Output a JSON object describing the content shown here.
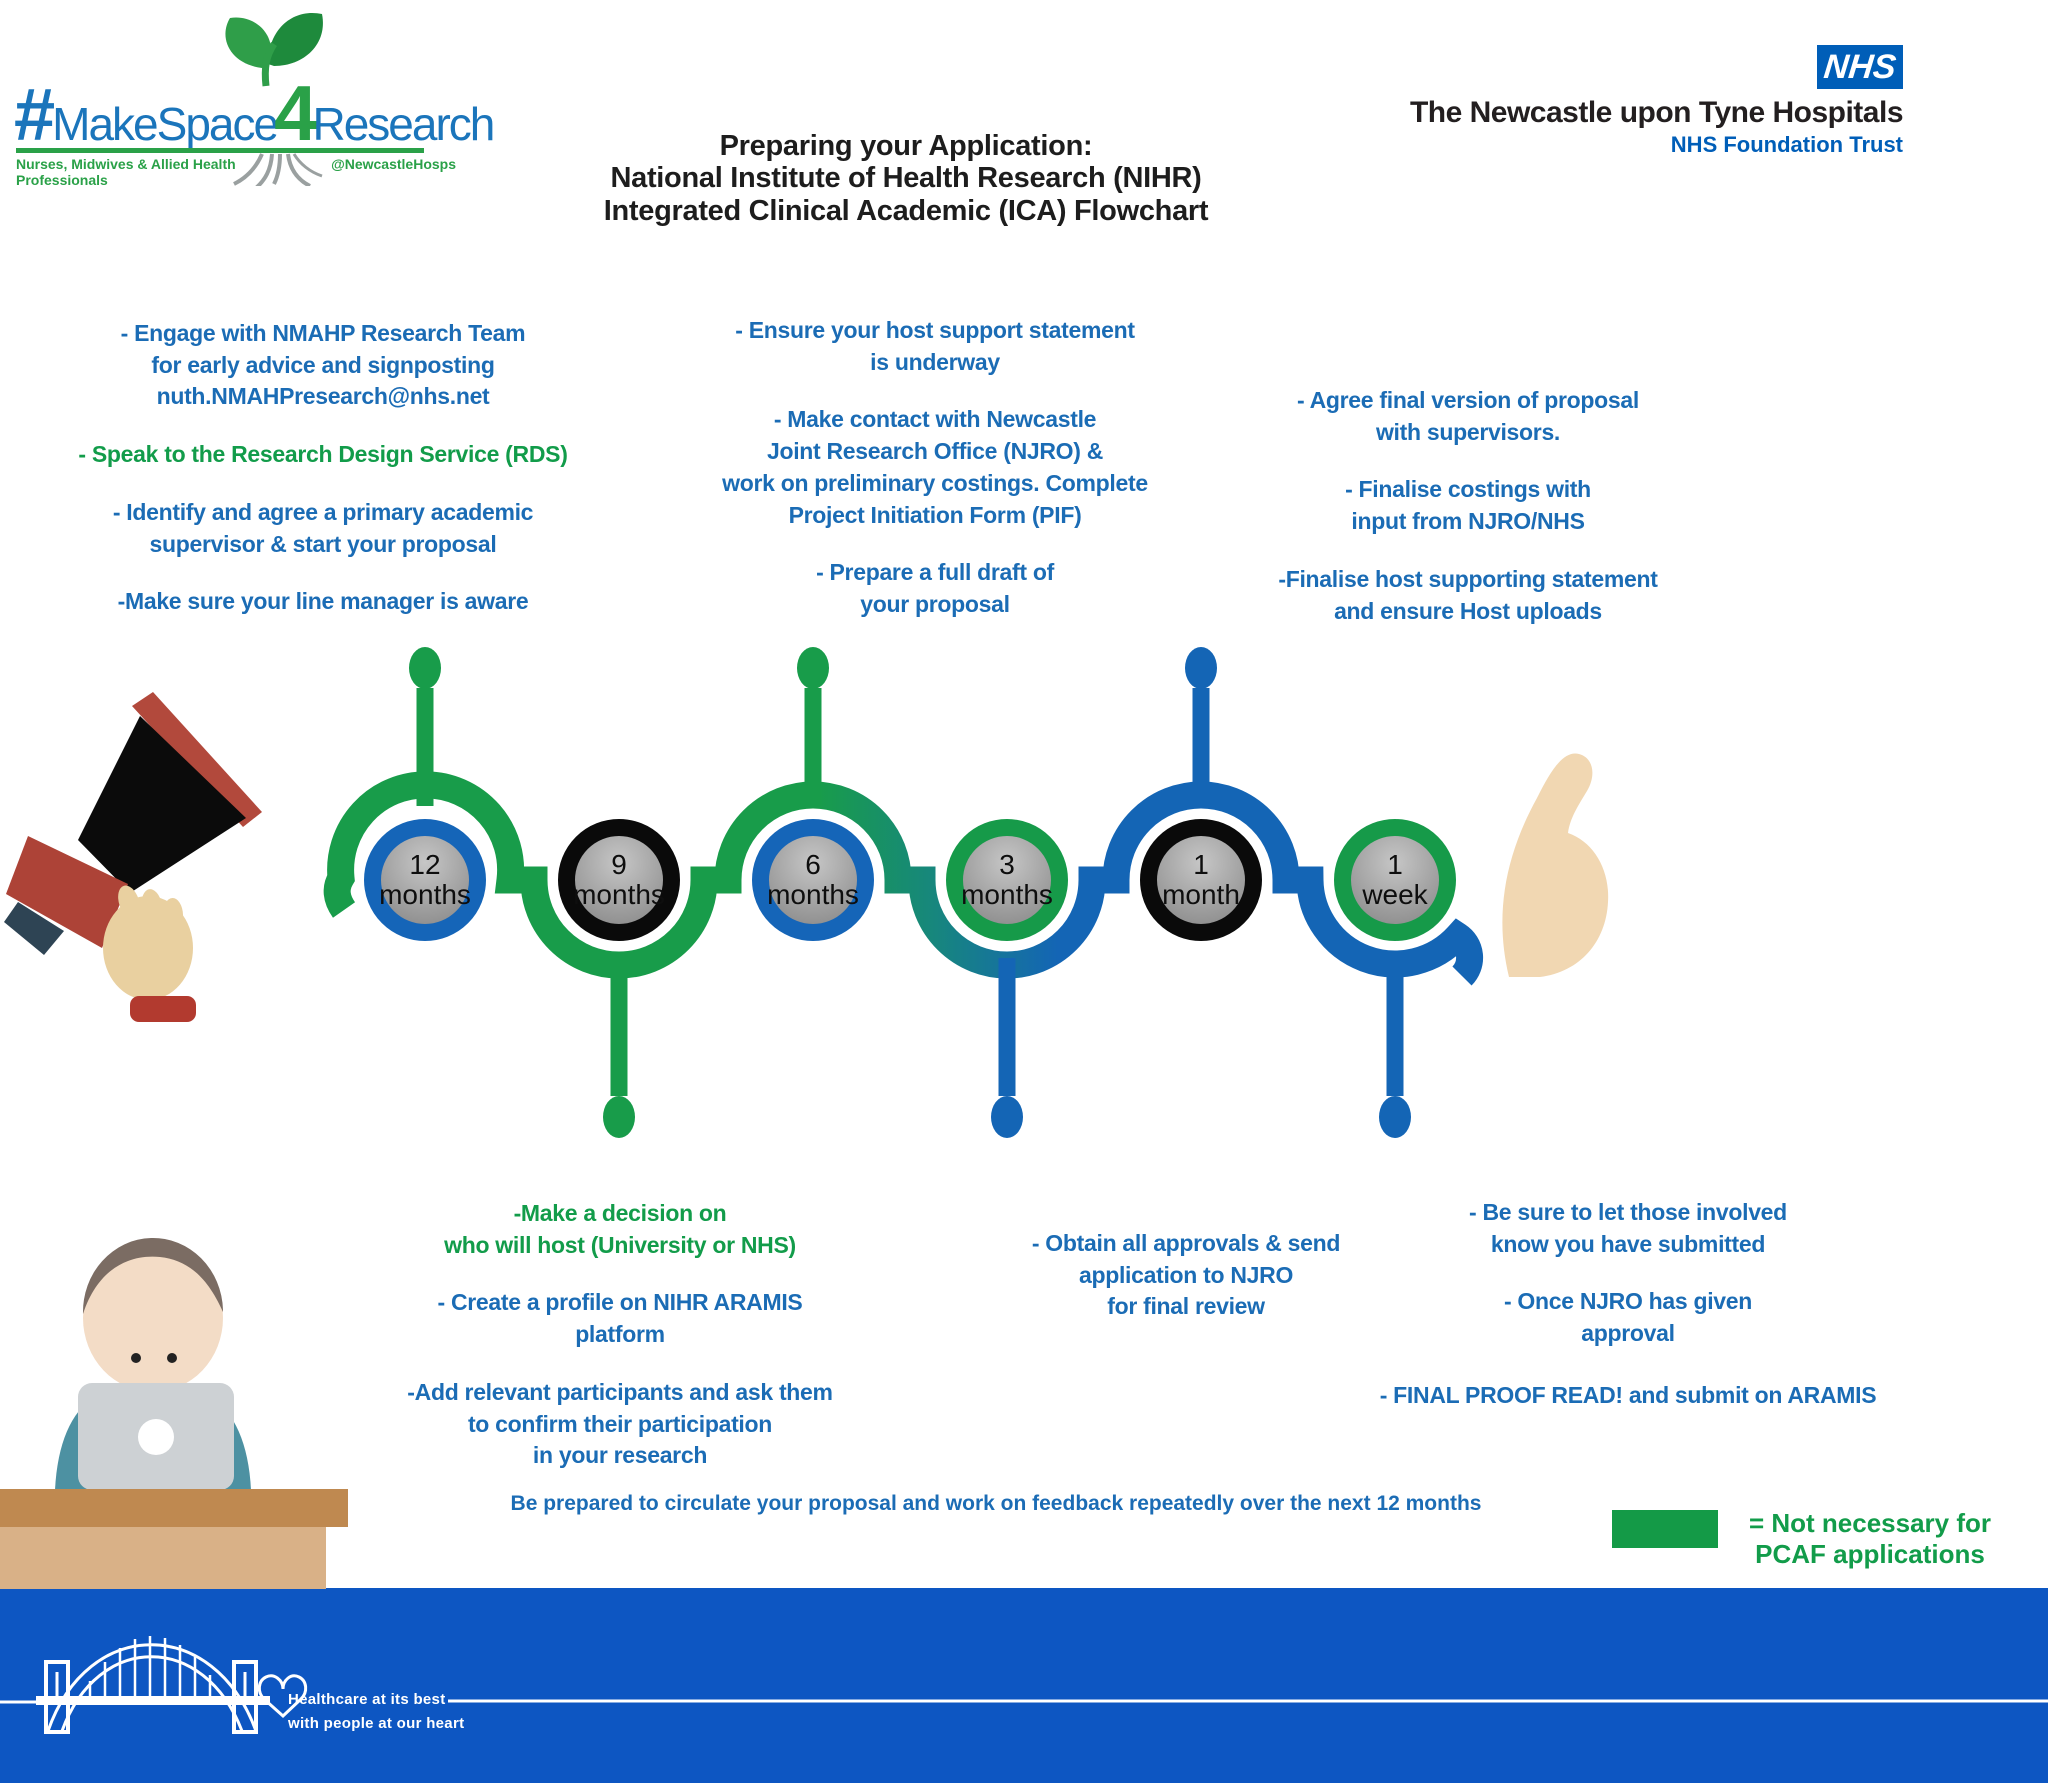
{
  "colors": {
    "bullet_blue": "#1b6cb5",
    "bullet_green": "#129c4a",
    "timeline_green": "#189c4a",
    "timeline_blue": "#1465b5",
    "ring_black": "#0a0a0a",
    "nhs_blue": "#005EB8",
    "footer_blue": "#0d56c2",
    "legend_green": "#149a47"
  },
  "brand": {
    "makespace": {
      "hash": "#",
      "make": "MakeSpace",
      "four": "4",
      "research": "Research",
      "tagline_left": "Nurses, Midwives & Allied Health Professionals",
      "tagline_right": "@NewcastleHosps"
    },
    "nhs": {
      "logo": "NHS",
      "org": "The Newcastle upon Tyne Hospitals",
      "sub": "NHS Foundation Trust"
    }
  },
  "title": {
    "line1": "Preparing your Application:",
    "line2": "National Institute of Health Research (NIHR)",
    "line3": "Integrated Clinical Academic (ICA) Flowchart"
  },
  "top_notes": {
    "col1": [
      {
        "text": "- Engage with NMAHP Research Team\nfor early advice and signposting\nnuth.NMAHPresearch@nhs.net",
        "color": "blue"
      },
      {
        "text": "- Speak to the Research Design Service (RDS)",
        "color": "green"
      },
      {
        "text": "- Identify and agree a primary academic\nsupervisor & start your proposal",
        "color": "blue"
      },
      {
        "text": "-Make sure your line manager is aware",
        "color": "blue"
      }
    ],
    "col2": [
      {
        "text": "- Ensure your host support statement\nis underway",
        "color": "blue"
      },
      {
        "text": "- Make contact with Newcastle\nJoint Research Office (NJRO) &\nwork on preliminary costings. Complete\nProject Initiation Form (PIF)",
        "color": "blue"
      },
      {
        "text": "- Prepare a full draft of\nyour proposal",
        "color": "blue"
      }
    ],
    "col3": [
      {
        "text": "- Agree final version of proposal\nwith supervisors.",
        "color": "blue"
      },
      {
        "text": "- Finalise costings with\ninput from NJRO/NHS",
        "color": "blue"
      },
      {
        "text": "-Finalise host supporting statement\nand ensure Host uploads",
        "color": "blue"
      }
    ]
  },
  "timeline": {
    "milestones": [
      {
        "value": "12",
        "unit": "months",
        "ring": "blue"
      },
      {
        "value": "9",
        "unit": "months",
        "ring": "black"
      },
      {
        "value": "6",
        "unit": "months",
        "ring": "blue"
      },
      {
        "value": "3",
        "unit": "months",
        "ring": "green"
      },
      {
        "value": "1",
        "unit": "month",
        "ring": "black"
      },
      {
        "value": "1",
        "unit": "week",
        "ring": "green"
      }
    ]
  },
  "bottom_notes": {
    "col1": [
      {
        "text": "-Make a decision on\nwho will host (University or NHS)",
        "color": "green"
      },
      {
        "text": "- Create a profile on NIHR ARAMIS\nplatform",
        "color": "blue"
      },
      {
        "text": "-Add relevant participants and ask them\nto confirm their participation\nin your research",
        "color": "blue"
      }
    ],
    "col2": [
      {
        "text": "- Obtain all approvals & send\napplication to NJRO\nfor final review",
        "color": "blue"
      }
    ],
    "col3": [
      {
        "text": "- Be sure to let those involved\nknow you have submitted",
        "color": "blue"
      },
      {
        "text": "- Once NJRO has given\napproval",
        "color": "blue"
      },
      {
        "text": "- FINAL PROOF READ! and submit on ARAMIS",
        "color": "blue"
      }
    ]
  },
  "footer_note": "Be prepared to circulate your proposal and work on feedback repeatedly over the next 12 months",
  "legend": {
    "label": "= Not necessary for\nPCAF applications"
  },
  "footer": {
    "tagline": "Healthcare at its best\nwith people at our heart"
  }
}
